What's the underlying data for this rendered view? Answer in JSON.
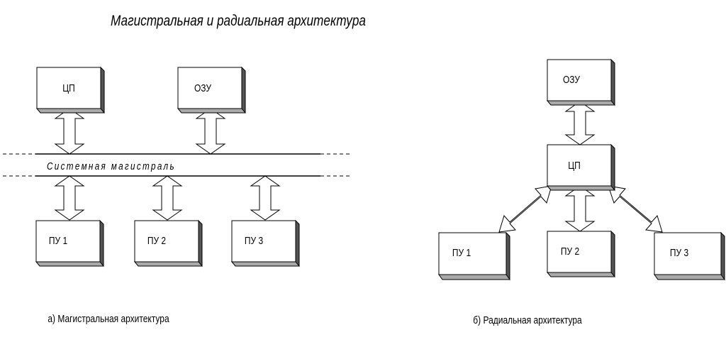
{
  "title": "Магистральная и радиальная архитектура",
  "bus_architecture": {
    "blocks": {
      "cpu": "ЦП",
      "ram": "ОЗУ",
      "pu1": "ПУ 1",
      "pu2": "ПУ 2",
      "pu3": "ПУ 3"
    },
    "bus_label": "Системная магистраль",
    "caption": "а) Магистральная архитектура"
  },
  "radial_architecture": {
    "blocks": {
      "ram": "ОЗУ",
      "cpu": "ЦП",
      "pu1": "ПУ 1",
      "pu2": "ПУ 2",
      "pu3": "ПУ 3"
    },
    "caption": "б) Радиальная архитектура"
  }
}
